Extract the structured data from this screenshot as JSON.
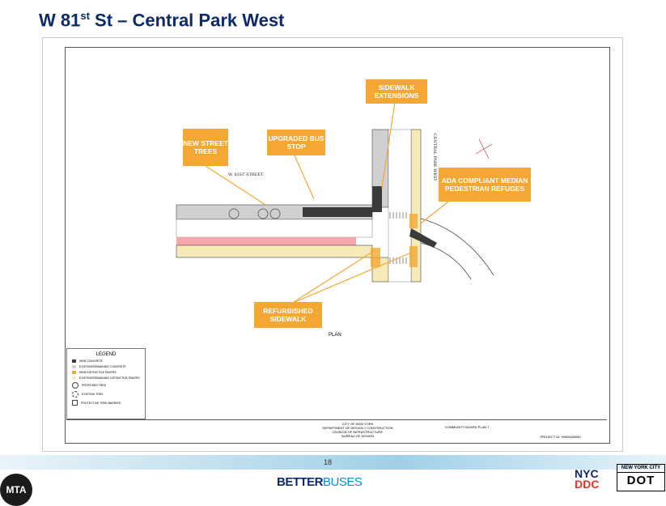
{
  "slide": {
    "title_pre": "W 81",
    "title_sup": "st",
    "title_post": " St – Central Park West",
    "page_number": "18"
  },
  "callouts": [
    {
      "id": "new-street-trees",
      "text": "NEW STREET TREES"
    },
    {
      "id": "upgraded-bus-stop",
      "text": "UPGRADED BUS STOP"
    },
    {
      "id": "sidewalk-extensions",
      "text": "SIDEWALK EXTENSIONS"
    },
    {
      "id": "ada-refuges",
      "text": "ADA COMPLIANT MEDIAN PEDESTRIAN REFUGES"
    },
    {
      "id": "refurbished-sidewalk",
      "text": "REFURBISHED SIDEWALK"
    }
  ],
  "drawing": {
    "street_w81": "W. 81ST STREET",
    "street_cpw": "CENTRAL PARK WEST",
    "plan_label": "PLAN",
    "legend_title": "LEGEND",
    "legend_items": [
      "NEW CONCRETE",
      "EXISTING/REMAINING CONCRETE",
      "NEW DISTINCTIVE PAVERS",
      "EXISTING/REMAINING DISTINCTIVE PAVERS",
      "PROPOSED TREE",
      "EXISTING TREE",
      "PROTECTIVE TREE BARRIER"
    ],
    "title_block": {
      "agency": "CITY OF NEW YORK",
      "dept": "DEPARTMENT OF DESIGN + CONSTRUCTION",
      "division": "DIVISION OF INFRASTRUCTURE",
      "bureau": "BUREAU OF DESIGN",
      "board": "COMMUNITY BOARD PLAN 7",
      "project": "PROJECT ID: HWM1606NC"
    }
  },
  "footer": {
    "mta_logo": "MTA",
    "brand_part1": "BETTER",
    "brand_part2": "BUSES",
    "ddc_line1": "NYC",
    "ddc_line2": "DDC",
    "dot_top": "NEW YORK CITY",
    "dot_logo": "DOT"
  },
  "colors": {
    "callout": "#f4a733",
    "title": "#0b2a6b",
    "bus_lane": "#f7a6b0",
    "sidewalk": "#f6eab8",
    "road_gray": "#bfbfbf"
  }
}
